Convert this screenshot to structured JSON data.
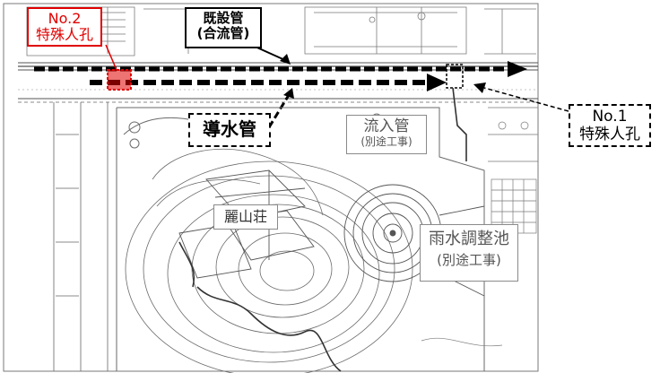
{
  "labels": {
    "no2": {
      "line1": "No.2",
      "line2": "特殊人孔"
    },
    "existing_pipe": {
      "line1": "既設管",
      "line2": "(合流管)"
    },
    "headrace": {
      "text": "導水管"
    },
    "no1": {
      "line1": "No.1",
      "line2": "特殊人孔"
    },
    "inflow_pipe": {
      "line1": "流入管",
      "line2": "(別途工事)"
    },
    "reizansou": {
      "text": "麗山荘"
    },
    "pond": {
      "line1": "雨水調整池",
      "line2": "(別途工事)"
    }
  },
  "colors": {
    "accent_red": "#e00000",
    "line": "#000000",
    "drawing": "#6a6a6a",
    "label_grey": "#555555"
  }
}
